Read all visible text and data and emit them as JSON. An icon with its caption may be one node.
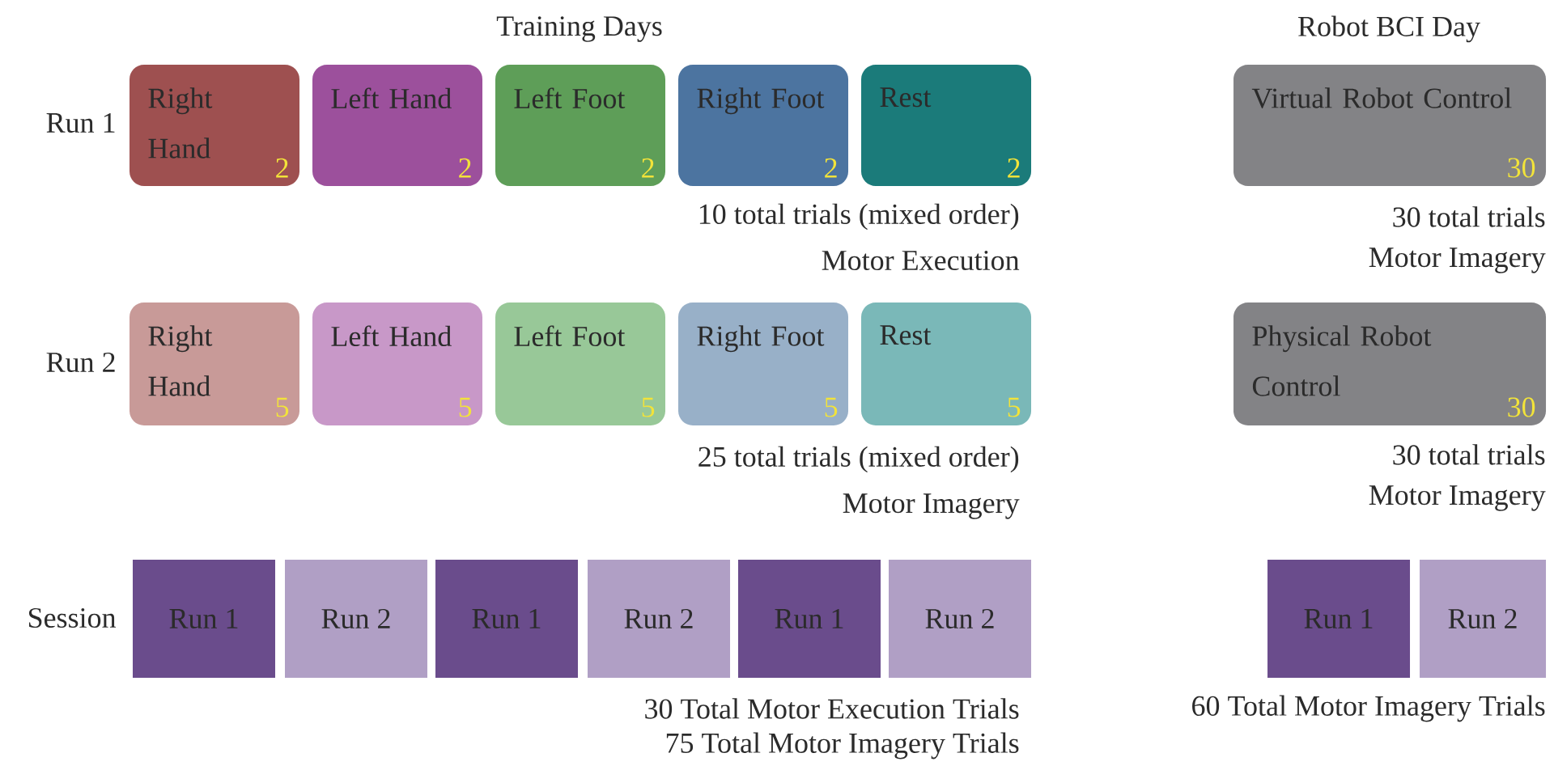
{
  "diagram": {
    "nodes": [
      {
        "text": [
          "Right Hand",
          "2"
        ]
      },
      {
        "text": [
          "Left Hand",
          "2"
        ]
      },
      {
        "text": [
          "Left Foot",
          "2"
        ]
      },
      {
        "text": [
          "Right Foot",
          "2"
        ]
      },
      {
        "text": [
          "Rest",
          "2"
        ]
      },
      {
        "text": [
          "Virtual Robot Control",
          "30"
        ]
      },
      {
        "text": [
          "Right Hand",
          "5"
        ]
      },
      {
        "text": [
          "Left Hand",
          "5"
        ]
      },
      {
        "text": [
          "Left Foot",
          "5"
        ]
      },
      {
        "text": [
          "Right Foot",
          "5"
        ]
      },
      {
        "text": [
          "Rest",
          "5"
        ]
      },
      {
        "text": [
          "Physical Robot Control",
          "30"
        ]
      },
      {
        "text": [
          "Run 1"
        ]
      },
      {
        "text": [
          "Run 2"
        ]
      },
      {
        "text": [
          "Run 1"
        ]
      },
      {
        "text": [
          "Run 2"
        ]
      },
      {
        "text": [
          "Run 1"
        ]
      },
      {
        "text": [
          "Run 2"
        ]
      },
      {
        "text": [
          "Run 1"
        ]
      },
      {
        "text": [
          "Run 2"
        ]
      }
    ],
    "labels": [
      "Training Days",
      "Robot BCI Day",
      "Run 1",
      "10 total trials (mixed order)",
      "Motor Execution",
      "30 total trials",
      "Motor Imagery",
      "Run 2",
      "25 total trials (mixed order)",
      "Motor Imagery",
      "30 total trials",
      "Motor Imagery",
      "Session",
      "30 Total Motor Execution Trials",
      "60 Total Motor Imagery Trials",
      "75 Total Motor Imagery Trials"
    ]
  }
}
